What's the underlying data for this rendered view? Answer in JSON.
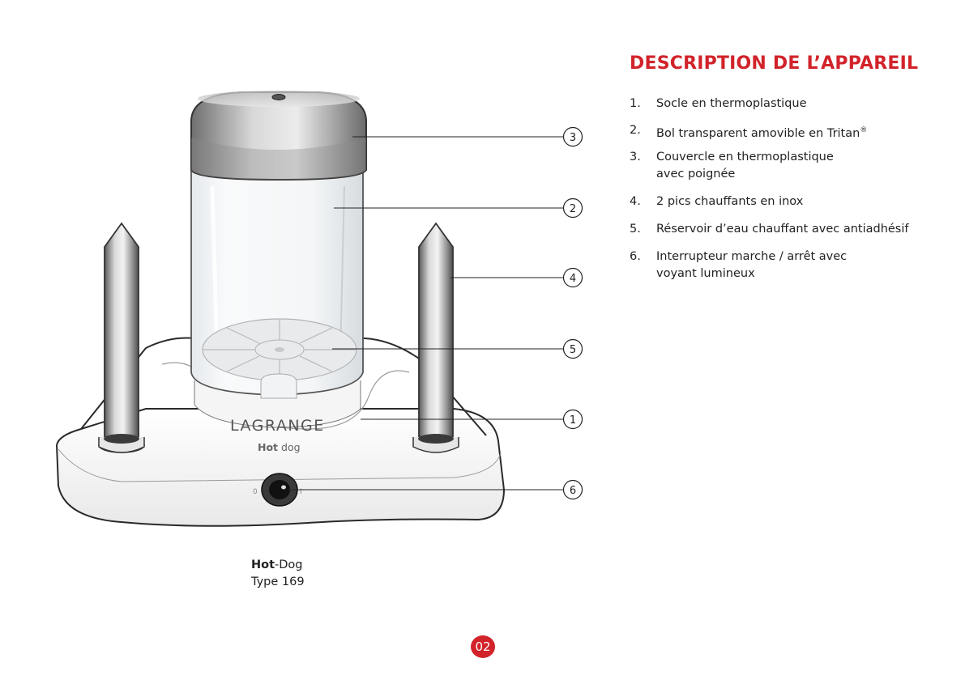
{
  "heading": "DESCRIPTION DE L’APPAREIL",
  "parts": [
    {
      "num": "1.",
      "text": "Socle en thermoplastique"
    },
    {
      "num": "2.",
      "text": "Bol transparent amovible en Tritan",
      "sup": "®"
    },
    {
      "num": "3.",
      "text": "Couvercle en thermoplastique",
      "text2": "avec poignée"
    },
    {
      "num": "4.",
      "text": "2 pics chauffants en inox"
    },
    {
      "num": "5.",
      "text": "Réservoir d’eau chauffant avec antiadhésif"
    },
    {
      "num": "6.",
      "text": "Interrupteur marche / arrêt avec",
      "text2": "voyant lumineux"
    }
  ],
  "callouts": [
    "3",
    "2",
    "4",
    "5",
    "1",
    "6"
  ],
  "appliance": {
    "brand": "LAGRANGE",
    "model_label_bold": "Hot",
    "model_label_rest": " dog",
    "switch_off": "0",
    "switch_on": "I"
  },
  "product": {
    "name_bold": "Hot",
    "name_rest": "-Dog",
    "type": "Type 169"
  },
  "page_number": "02",
  "colors": {
    "accent": "#d2232a"
  }
}
